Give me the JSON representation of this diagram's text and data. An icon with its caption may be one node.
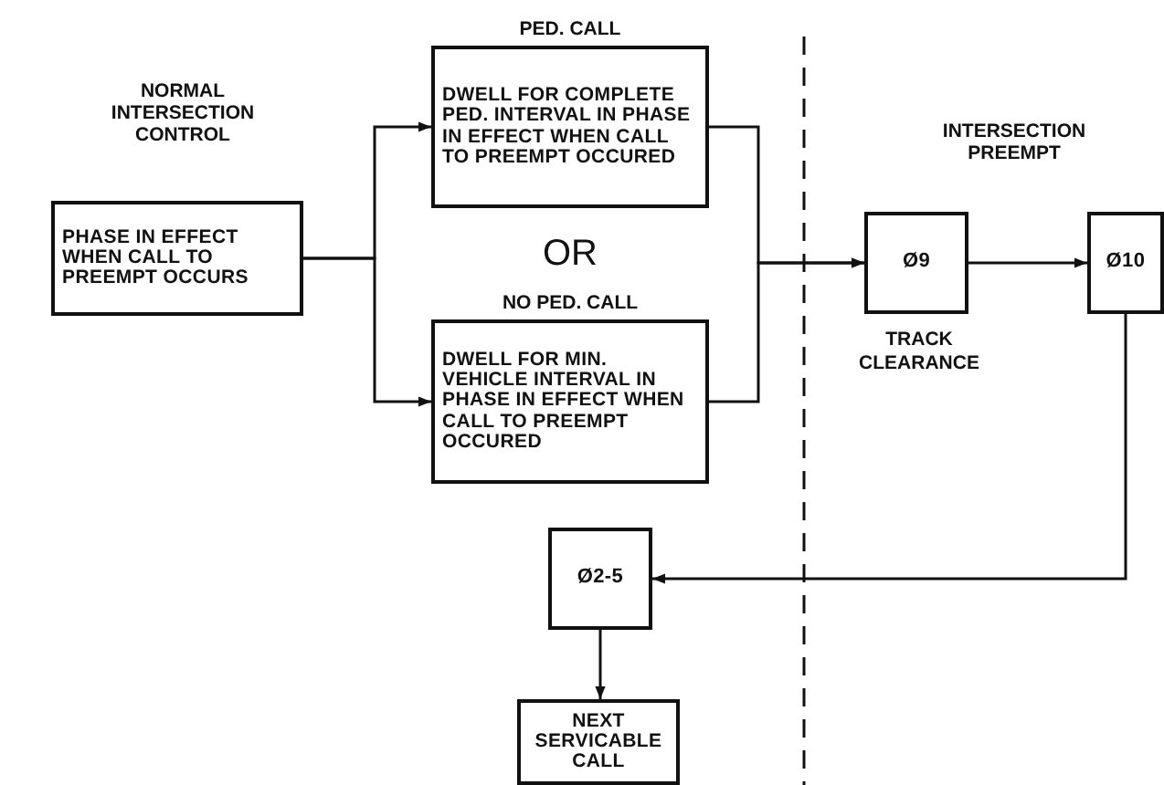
{
  "diagram": {
    "nodes": [
      {
        "text": [
          "PHASE IN EFFECT WHEN CALL TO PREEMPT OCCURS"
        ]
      },
      {
        "text": [
          "PED. CALL",
          "DWELL FOR COMPLETE PED. INTERVAL IN PHASE IN EFFECT WHEN CALL TO PREEMPT OCCURED"
        ]
      },
      {
        "text": [
          "NO PED. CALL",
          "DWELL FOR MIN. VEHICLE INTERVAL IN PHASE IN EFFECT WHEN CALL TO PREEMPT OCCURED"
        ]
      },
      {
        "text": [
          "Ø9"
        ],
        "beside": [
          "TRACK CLEARANCE"
        ]
      },
      {
        "text": [
          "Ø10"
        ]
      },
      {
        "text": [
          "Ø2-5"
        ]
      },
      {
        "text": [
          "NEXT SERVICABLE CALL"
        ]
      }
    ],
    "edges": [
      {
        "from": 0,
        "to": 1,
        "arrow": "to"
      },
      {
        "from": 0,
        "to": 2,
        "arrow": "to"
      },
      {
        "from": 1,
        "to": 3,
        "arrow": "to"
      },
      {
        "from": 2,
        "to": 3,
        "arrow": "to"
      },
      {
        "from": 3,
        "to": 4,
        "arrow": "to"
      },
      {
        "from": 4,
        "to": 5,
        "arrow": "to"
      },
      {
        "from": 5,
        "to": 6,
        "arrow": "to"
      }
    ],
    "labels": [
      "NORMAL INTERSECTION CONTROL",
      "OR",
      "INTERSECTION PREEMPT"
    ]
  }
}
